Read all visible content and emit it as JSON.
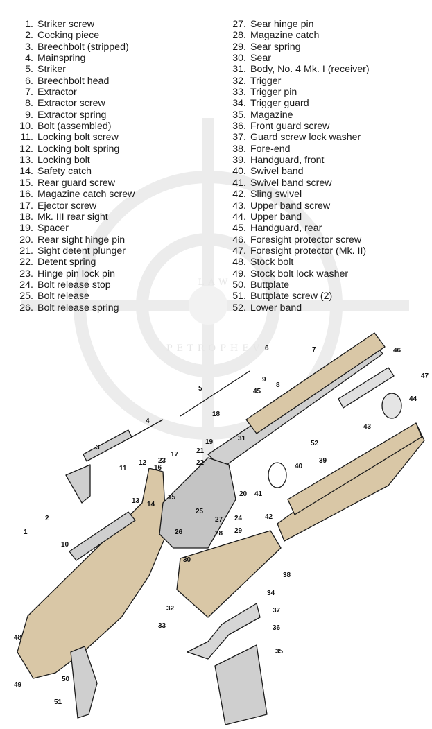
{
  "parts_left": [
    {
      "num": "1.",
      "name": "Striker screw"
    },
    {
      "num": "2.",
      "name": "Cocking piece"
    },
    {
      "num": "3.",
      "name": "Breechbolt (stripped)"
    },
    {
      "num": "4.",
      "name": "Mainspring"
    },
    {
      "num": "5.",
      "name": "Striker"
    },
    {
      "num": "6.",
      "name": "Breechbolt head"
    },
    {
      "num": "7.",
      "name": "Extractor"
    },
    {
      "num": "8.",
      "name": "Extractor screw"
    },
    {
      "num": "9.",
      "name": "Extractor spring"
    },
    {
      "num": "10.",
      "name": "Bolt (assembled)"
    },
    {
      "num": "11.",
      "name": "Locking bolt screw"
    },
    {
      "num": "12.",
      "name": "Locking bolt spring"
    },
    {
      "num": "13.",
      "name": "Locking bolt"
    },
    {
      "num": "14.",
      "name": "Safety catch"
    },
    {
      "num": "15.",
      "name": "Rear guard screw"
    },
    {
      "num": "16.",
      "name": "Magazine catch screw"
    },
    {
      "num": "17.",
      "name": "Ejector screw"
    },
    {
      "num": "18.",
      "name": "Mk. III rear sight"
    },
    {
      "num": "19.",
      "name": "Spacer"
    },
    {
      "num": "20.",
      "name": "Rear sight hinge pin"
    },
    {
      "num": "21.",
      "name": "Sight detent plunger"
    },
    {
      "num": "22.",
      "name": "Detent spring"
    },
    {
      "num": "23.",
      "name": "Hinge pin lock pin"
    },
    {
      "num": "24.",
      "name": "Bolt release stop"
    },
    {
      "num": "25.",
      "name": "Bolt release"
    },
    {
      "num": "26.",
      "name": "Bolt release spring"
    }
  ],
  "parts_right": [
    {
      "num": "27.",
      "name": "Sear hinge pin"
    },
    {
      "num": "28.",
      "name": "Magazine catch"
    },
    {
      "num": "29.",
      "name": "Sear spring"
    },
    {
      "num": "30.",
      "name": "Sear"
    },
    {
      "num": "31.",
      "name": "Body, No. 4 Mk. I (receiver)"
    },
    {
      "num": "32.",
      "name": "Trigger"
    },
    {
      "num": "33.",
      "name": "Trigger pin"
    },
    {
      "num": "34.",
      "name": "Trigger guard"
    },
    {
      "num": "35.",
      "name": "Magazine"
    },
    {
      "num": "36.",
      "name": "Front guard screw"
    },
    {
      "num": "37.",
      "name": "Guard screw lock washer"
    },
    {
      "num": "38.",
      "name": "Fore-end"
    },
    {
      "num": "39.",
      "name": "Handguard, front"
    },
    {
      "num": "40.",
      "name": "Swivel band"
    },
    {
      "num": "41.",
      "name": "Swivel band screw"
    },
    {
      "num": "42.",
      "name": "Sling swivel"
    },
    {
      "num": "43.",
      "name": "Upper band screw"
    },
    {
      "num": "44.",
      "name": "Upper band"
    },
    {
      "num": "45.",
      "name": "Handguard, rear"
    },
    {
      "num": "46.",
      "name": "Foresight protector screw"
    },
    {
      "num": "47.",
      "name": "Foresight protector (Mk. II)"
    },
    {
      "num": "48.",
      "name": "Stock bolt"
    },
    {
      "num": "49.",
      "name": "Stock bolt lock washer"
    },
    {
      "num": "50.",
      "name": "Buttplate"
    },
    {
      "num": "51.",
      "name": "Buttplate screw (2)"
    },
    {
      "num": "52.",
      "name": "Lower band"
    }
  ],
  "watermark": {
    "top": "LAW",
    "bottom": "PETROPHEV"
  },
  "callouts": [
    "1",
    "2",
    "3",
    "4",
    "5",
    "6",
    "7",
    "8",
    "9",
    "10",
    "11",
    "12",
    "13",
    "14",
    "15",
    "16",
    "17",
    "18",
    "19",
    "20",
    "21",
    "22",
    "23",
    "24",
    "25",
    "26",
    "27",
    "28",
    "29",
    "30",
    "31",
    "32",
    "33",
    "34",
    "35",
    "36",
    "37",
    "38",
    "39",
    "40",
    "41",
    "42",
    "43",
    "44",
    "45",
    "46",
    "47",
    "48",
    "49",
    "50",
    "51",
    "52"
  ],
  "colors": {
    "ink": "#1a1a1a",
    "wood": "#d9c7a6",
    "metal": "#bdbdbd",
    "watermark": "#e6e6e6"
  }
}
